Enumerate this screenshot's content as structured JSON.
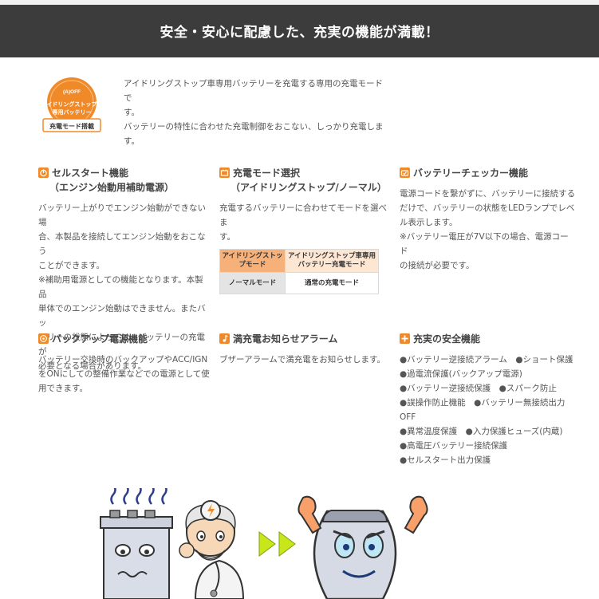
{
  "banner": {
    "title": "安全・安心に配慮した、充実の機能が満載！"
  },
  "badge": {
    "circle_line1": "アイドリングストップ車",
    "circle_line2": "専用バッテリー",
    "ribbon": "充電モード搭載",
    "off_mark": "(A)OFF",
    "colors": {
      "orange": "#f08a28",
      "ribbon_bg": "#ffffff"
    }
  },
  "intro": {
    "lines": [
      "アイドリングストップ車専用バッテリーを充電する専用の充電モードで",
      "す。",
      "バッテリーの特性に合わせた充電制御をおこない、しっかり充電します。"
    ]
  },
  "features": {
    "cell_start": {
      "icon": "power-icon",
      "title": "セルスタート機能",
      "subtitle": "（エンジン始動用補助電源）",
      "body": [
        "バッテリー上がりでエンジン始動ができない場",
        "合、本製品を接続してエンジン始動をおこなう",
        "ことができます。",
        "※補助用電源としての機能となります。本製品",
        "単体でのエンジン始動はできません。またバッ",
        "テリーの状態によっては、バッテリーの充電が",
        "必要となる場合があります。"
      ]
    },
    "charge_mode": {
      "icon": "battery-icon",
      "title": "充電モード選択",
      "subtitle": "（アイドリングストップ/ノーマル）",
      "body": [
        "充電するバッテリーに合わせてモードを選べま",
        "す。"
      ],
      "table": {
        "row1": {
          "mode": "アイドリングストップモード",
          "desc": "アイドリングストップ車専用バッテリー充電モード"
        },
        "row2": {
          "mode": "ノーマルモード",
          "desc": "通常の充電モード"
        }
      }
    },
    "battery_checker": {
      "icon": "battery-check-icon",
      "title": "バッテリーチェッカー機能",
      "body": [
        "電源コードを繋がずに、バッテリーに接続する",
        "だけで、バッテリーの状態をLEDランプでレベ",
        "ル表示します。",
        "※バッテリー電圧が7V以下の場合、電源コード",
        "の接続が必要です。"
      ]
    },
    "backup": {
      "icon": "backup-icon",
      "title": "バックアップ電源機能",
      "body": [
        "バッテリー交換時のバックアップやACC/IGN",
        "をONにしての整備作業などでの電源として使",
        "用できます。"
      ]
    },
    "alarm": {
      "icon": "music-note-icon",
      "title": "満充電お知らせアラーム",
      "body": [
        "ブザーアラームで満充電をお知らせします。"
      ]
    },
    "safety": {
      "icon": "plus-icon",
      "title": "充実の安全機能",
      "items": [
        "●バッテリー逆接続アラーム　●ショート保護",
        "●過電流保護(バックアップ電源)",
        "●バッテリー逆接続保護　●スパーク防止",
        "●誤操作防止機能　●バッテリー無接続出力",
        "OFF",
        "●異常温度保護　●入力保護ヒューズ(内蔵)",
        "●高電圧バッテリー接続保護",
        "●セルスタート出力保護"
      ]
    }
  },
  "colors": {
    "banner_bg": "#3c3c3c",
    "accent": "#f08a28",
    "text": "#555555",
    "table_header_bg": "#f6b07a",
    "table_header_desc_bg": "#fde6d2",
    "table_normal_bg": "#e4e4e4",
    "arrow_green": "#c8e61a"
  }
}
